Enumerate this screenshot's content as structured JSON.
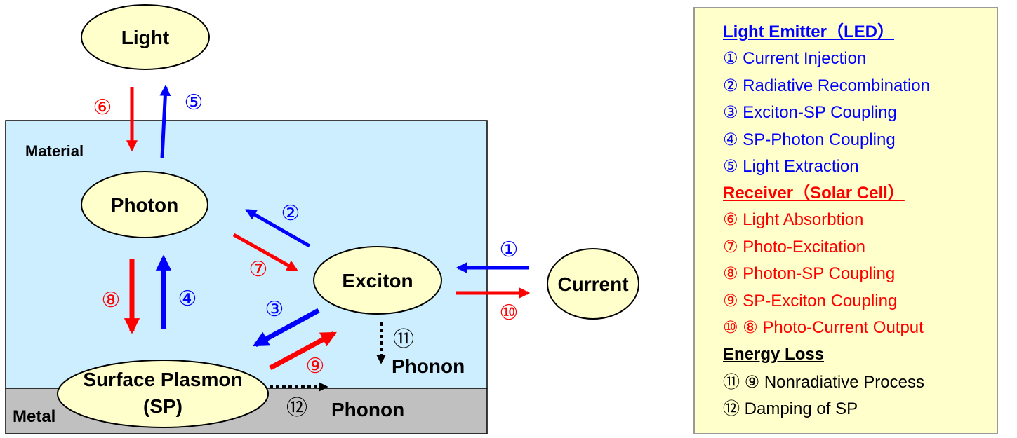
{
  "diagram": {
    "material_label": "Material",
    "metal_label": "Metal",
    "nodes": {
      "light": "Light",
      "photon": "Photon",
      "exciton": "Exciton",
      "current": "Current",
      "sp_line1": "Surface Plasmon",
      "sp_line2": "(SP)"
    },
    "phonon_exciton": "Phonon",
    "phonon_sp": "Phonon",
    "step_labels": {
      "s1": "①",
      "s2": "②",
      "s3": "③",
      "s4": "④",
      "s5": "⑤",
      "s6": "⑥",
      "s7": "⑦",
      "s8": "⑧",
      "s9": "⑨",
      "s10": "⑩",
      "s11": "⑪",
      "s12": "⑫"
    },
    "colors": {
      "material_bg": "#cceeff",
      "metal_bg": "#c0c0c0",
      "node_fill": "#ffffcc",
      "emitter": "#0000ff",
      "receiver": "#ff0000",
      "loss": "#000000"
    }
  },
  "legend": {
    "emitter_header": "Light Emitter（LED）",
    "emitter_items": [
      "① Current Injection",
      "② Radiative Recombination",
      "③ Exciton-SP Coupling",
      "④ SP-Photon Coupling",
      "⑤ Light Extraction"
    ],
    "receiver_header": "Receiver（Solar Cell）",
    "receiver_items": [
      "⑥ Light Absorbtion",
      "⑦ Photo-Excitation",
      "⑧ Photon-SP Coupling",
      "⑨ SP-Exciton Coupling",
      "⑩ ⑧ Photo-Current Output"
    ],
    "loss_header": "Energy Loss",
    "loss_items": [
      "⑪ ⑨ Nonradiative Process",
      "⑫ Damping of SP"
    ]
  }
}
